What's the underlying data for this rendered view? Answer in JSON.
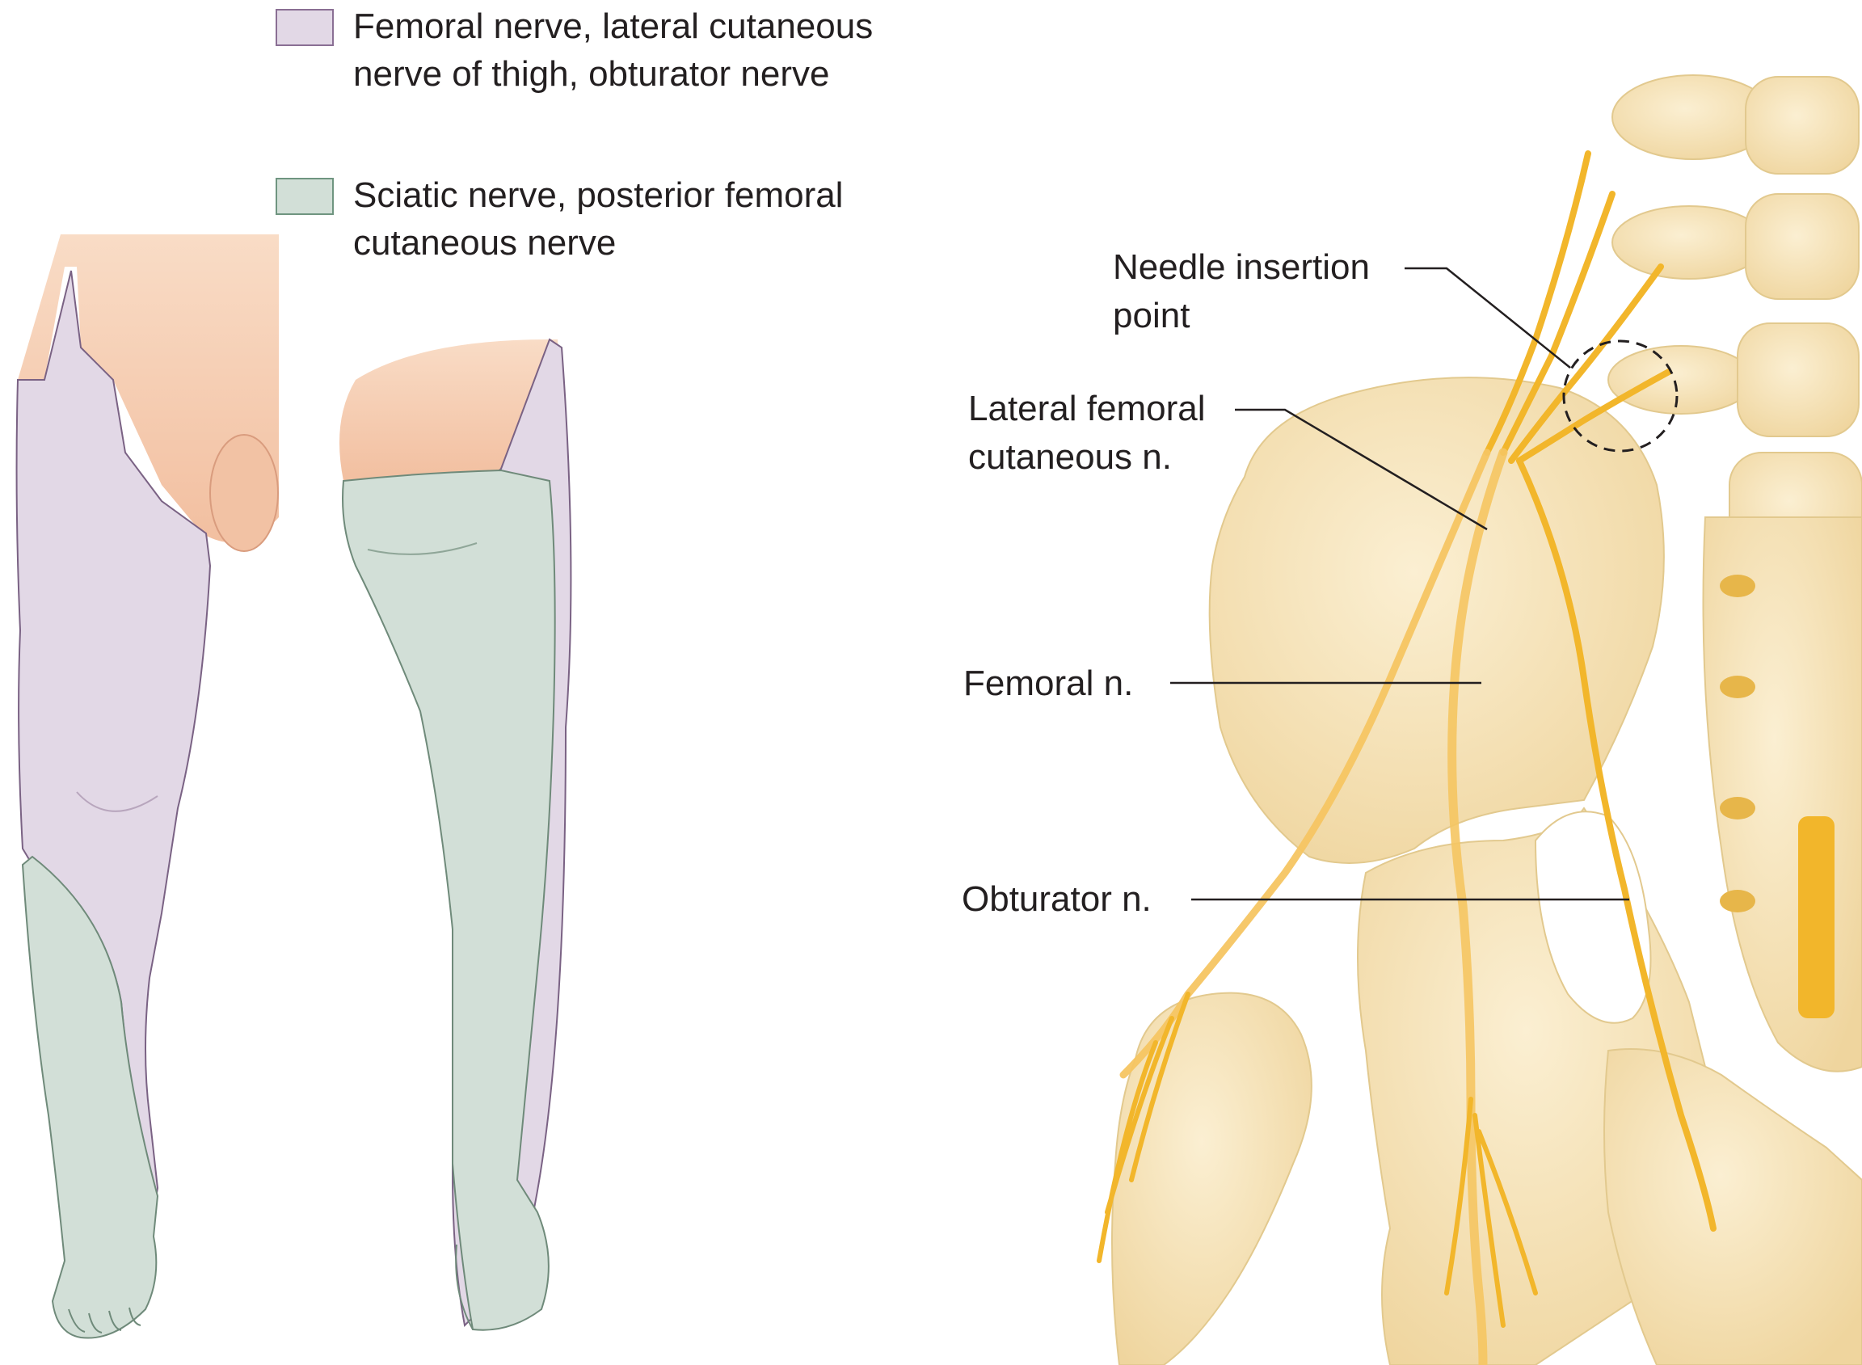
{
  "legend": {
    "items": [
      {
        "line1": "Femoral nerve, lateral cutaneous",
        "line2": "nerve of thigh, obturator nerve",
        "color": "#e2d8e6",
        "border": "#8a6f94"
      },
      {
        "line1": "Sciatic nerve, posterior femoral",
        "line2": "cutaneous nerve",
        "color": "#d2dfd7",
        "border": "#6f9580"
      }
    ]
  },
  "labels": {
    "needle_line1": "Needle insertion",
    "needle_line2": "point",
    "lateral_line1": "Lateral femoral",
    "lateral_line2": "cutaneous n.",
    "femoral": "Femoral n.",
    "obturator": "Obturator n."
  },
  "colors": {
    "skin": "#f6cdb3",
    "bone": "#f7e6bd",
    "nerve": "#f2b62b",
    "purple_region": "#e2d8e6",
    "green_region": "#d2dfd7"
  },
  "icons": [
    "front-leg-illustration",
    "back-leg-illustration",
    "pelvis-illustration",
    "dashed-circle-marker"
  ]
}
